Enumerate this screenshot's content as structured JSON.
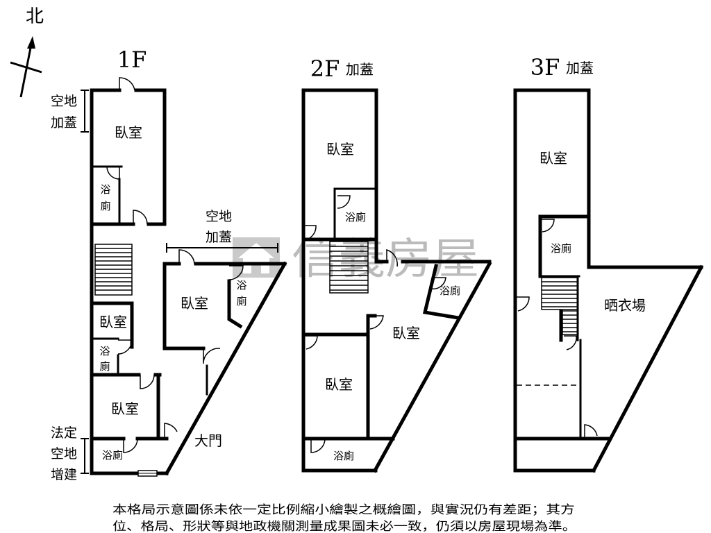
{
  "north_label": "北",
  "floor_1f": {
    "title": "1F",
    "annex_top": [
      "空地",
      "加蓋"
    ],
    "bedroom_top": "臥室",
    "bath_upper": [
      "浴",
      "廁"
    ],
    "annex_mid": [
      "空地",
      "加蓋"
    ],
    "bedroom_mid": "臥室",
    "bath_right": [
      "浴",
      "廁"
    ],
    "bedroom_left": "臥室",
    "bath_small": [
      "浴",
      "廁"
    ],
    "bedroom_bottom": "臥室",
    "bath_bottom": "浴廁",
    "main_door": "大門",
    "legal_annex": [
      "法定",
      "空地",
      "增建"
    ]
  },
  "floor_2f": {
    "title": "2F",
    "tag": "加蓋",
    "bedroom_top": "臥室",
    "bath_upper": "浴廁",
    "bath_tilted": "浴廁",
    "bedroom_right": "臥室",
    "bedroom_left": "臥室",
    "bath_bottom": "浴廁"
  },
  "floor_3f": {
    "title": "3F",
    "tag": "加蓋",
    "bedroom_top": "臥室",
    "bath": "浴廁",
    "drying_area": "晒衣場"
  },
  "watermark": {
    "brand": "信義房屋"
  },
  "disclaimer": [
    "本格局示意圖係未依一定比例縮小繪製之概繪圖，與實況仍有差距；其方",
    "位、格局、形狀等與地政機關測量成果圖未必一致，仍須以房屋現場為準。"
  ],
  "colors": {
    "wall": "#000000",
    "watermark": "#8f8f8f",
    "background": "#ffffff"
  }
}
